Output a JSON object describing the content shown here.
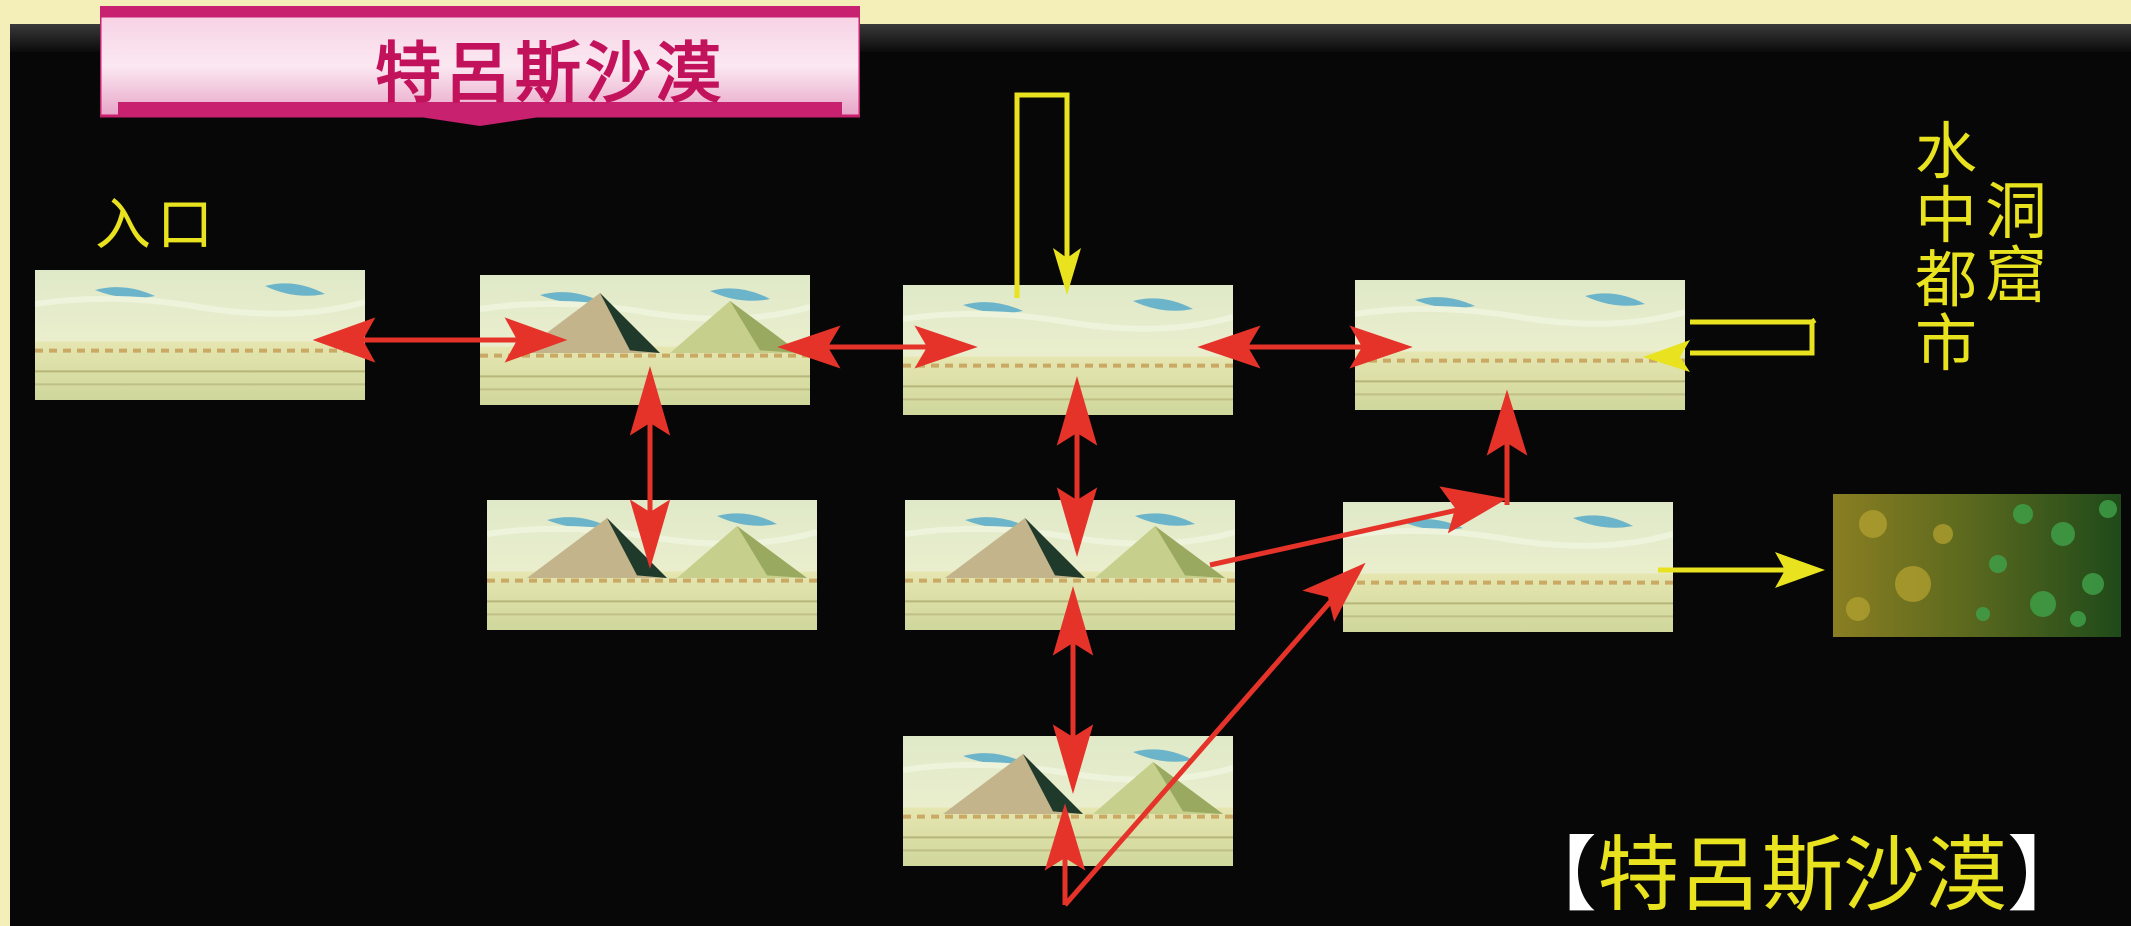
{
  "banner": {
    "title": "特呂斯沙漠"
  },
  "labels": {
    "entrance": "入口",
    "water_city": "水中都市",
    "cave": "洞窟"
  },
  "caption": {
    "open": "【",
    "text": "特呂斯沙漠",
    "close": "】"
  },
  "scenes": [
    {
      "id": "entrance-scene",
      "terrain": "dunes"
    },
    {
      "id": "pyramid-scene-1",
      "terrain": "pyramids"
    },
    {
      "id": "north-entry-scene",
      "terrain": "dunes"
    },
    {
      "id": "east-entry-scene",
      "terrain": "dunes"
    },
    {
      "id": "pyramid-scene-2",
      "terrain": "pyramids"
    },
    {
      "id": "pyramid-scene-3",
      "terrain": "pyramids"
    },
    {
      "id": "exit-scene",
      "terrain": "dunes"
    },
    {
      "id": "pyramid-scene-4",
      "terrain": "pyramids"
    }
  ],
  "colors": {
    "route_arrow": "#e5332a",
    "entry_arrow": "#e8e21f",
    "label": "#e8e21f",
    "banner_text": "#c2125b"
  }
}
